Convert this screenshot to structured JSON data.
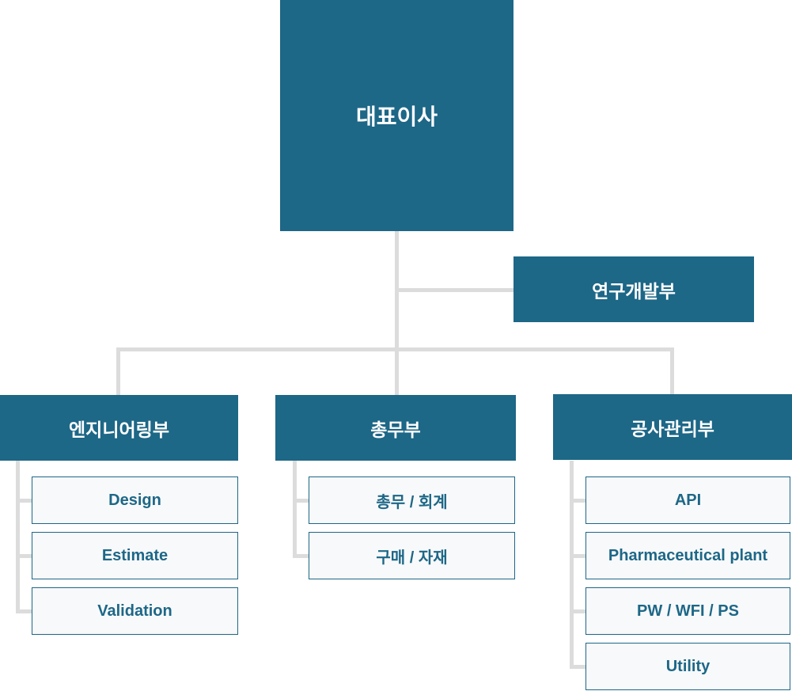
{
  "org_chart": {
    "root": {
      "label": "대표이사"
    },
    "staff_unit": {
      "label": "연구개발부"
    },
    "departments": [
      {
        "label": "엔지니어링부",
        "children": [
          {
            "label": "Design"
          },
          {
            "label": "Estimate"
          },
          {
            "label": "Validation"
          }
        ]
      },
      {
        "label": "총무부",
        "children": [
          {
            "label": "총무 / 회계"
          },
          {
            "label": "구매 / 자재"
          }
        ]
      },
      {
        "label": "공사관리부",
        "children": [
          {
            "label": "API"
          },
          {
            "label": "Pharmaceutical plant"
          },
          {
            "label": "PW / WFI / PS"
          },
          {
            "label": "Utility"
          }
        ]
      }
    ],
    "colors": {
      "primary": "#1d6787",
      "connector": "#dcdcdc",
      "sub_box_bg": "#f8f9fa",
      "sub_box_text": "#1d6787",
      "box_text": "#ffffff"
    }
  }
}
